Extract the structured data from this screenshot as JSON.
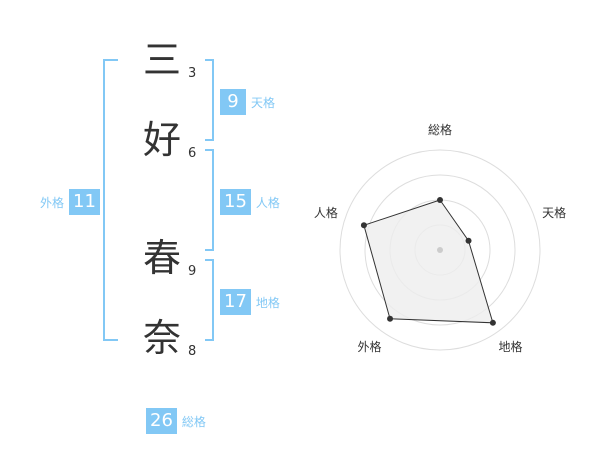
{
  "name": {
    "chars": [
      {
        "char": "三",
        "strokes": "3"
      },
      {
        "char": "好",
        "strokes": "6"
      },
      {
        "char": "春",
        "strokes": "9"
      },
      {
        "char": "奈",
        "strokes": "8"
      }
    ]
  },
  "fortunes": {
    "tenkaku": {
      "value": "9",
      "label": "天格"
    },
    "jinkaku": {
      "value": "15",
      "label": "人格"
    },
    "chikaku": {
      "value": "17",
      "label": "地格"
    },
    "gaikaku": {
      "value": "11",
      "label": "外格"
    },
    "soukaku": {
      "value": "26",
      "label": "総格"
    }
  },
  "colors": {
    "accent": "#82c8f5",
    "bracket": "#82c8f5",
    "text": "#333333",
    "grid": "#dddddd",
    "fill": "#eeeeee"
  },
  "chart_data": {
    "type": "radar",
    "axes": [
      "総格",
      "天格",
      "地格",
      "外格",
      "人格"
    ],
    "values": [
      0.5,
      0.3,
      0.9,
      0.85,
      0.8
    ],
    "rings": 4
  }
}
